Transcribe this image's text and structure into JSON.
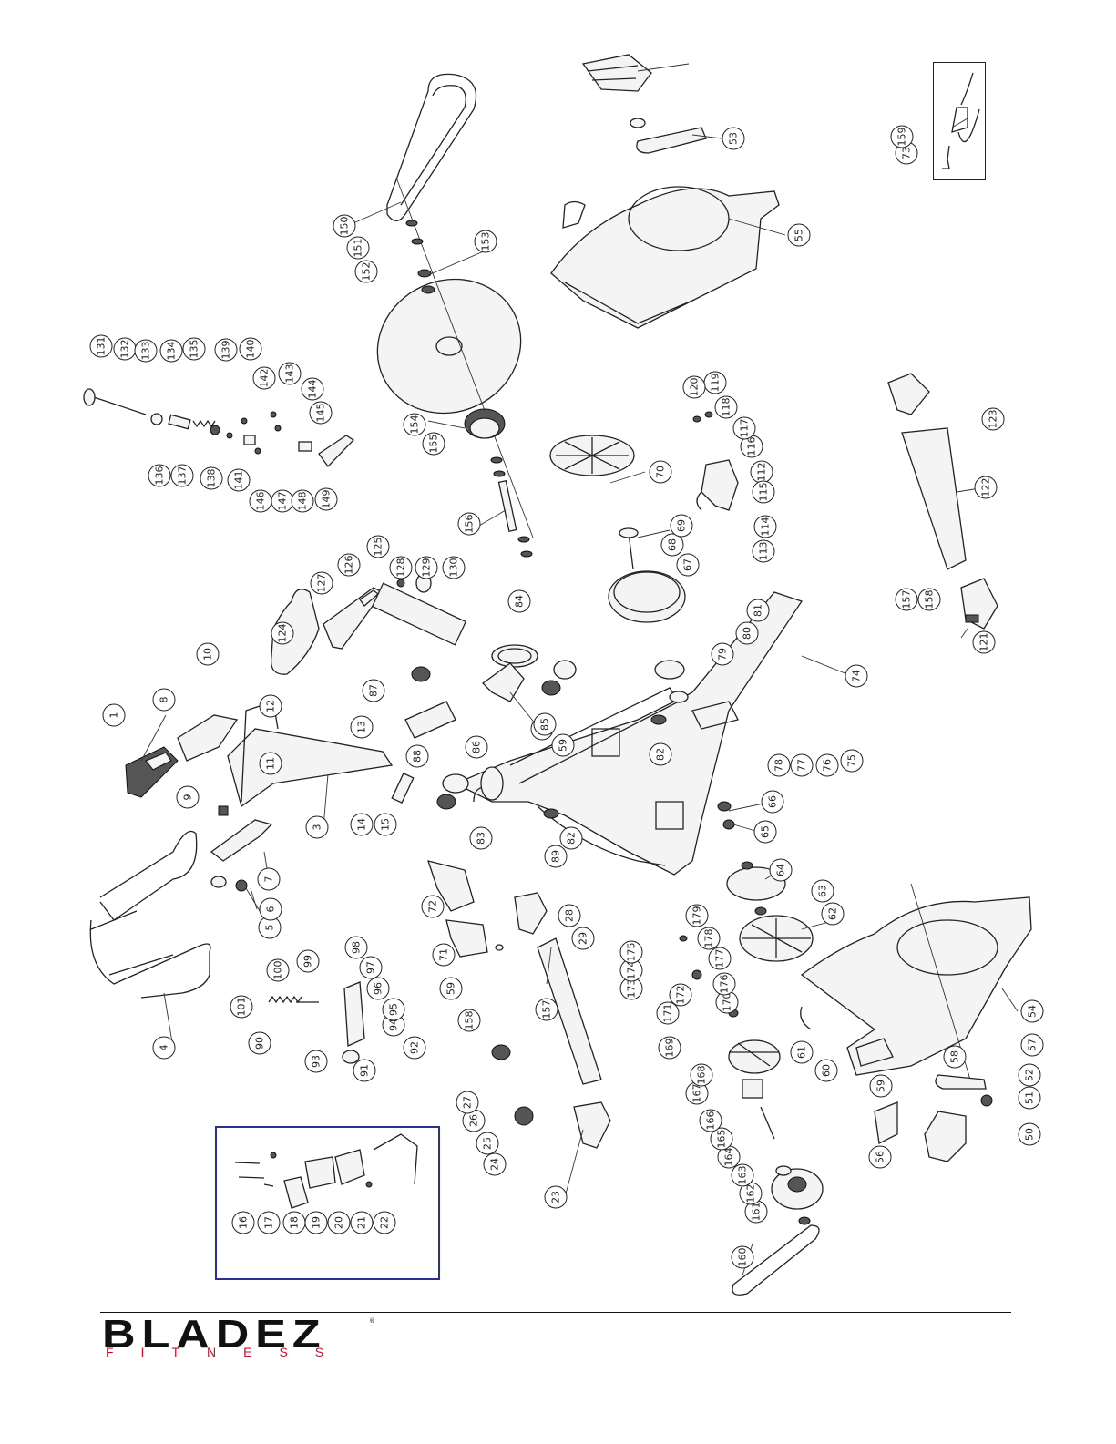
{
  "brand": {
    "name": "BLADEZ",
    "sub": "FITNESS",
    "mark": "®",
    "logo_colors": {
      "name": "#111111",
      "sub": "#c8102e"
    }
  },
  "callouts": [
    "1",
    "3",
    "4",
    "5",
    "6",
    "7",
    "8",
    "9",
    "10",
    "11",
    "12",
    "13",
    "14",
    "15",
    "16",
    "17",
    "18",
    "19",
    "20",
    "21",
    "22",
    "23",
    "24",
    "25",
    "26",
    "27",
    "28",
    "29",
    "50",
    "51",
    "52",
    "53",
    "54",
    "55",
    "56",
    "57",
    "58",
    "59",
    "59",
    "59",
    "60",
    "61",
    "62",
    "63",
    "64",
    "65",
    "66",
    "67",
    "68",
    "69",
    "70",
    "71",
    "72",
    "73",
    "74",
    "75",
    "76",
    "77",
    "78",
    "79",
    "80",
    "81",
    "82",
    "82",
    "83",
    "83",
    "84",
    "85",
    "86",
    "87",
    "88",
    "89",
    "90",
    "91",
    "92",
    "93",
    "94",
    "95",
    "96",
    "97",
    "98",
    "99",
    "100",
    "101",
    "112",
    "113",
    "114",
    "115",
    "116",
    "117",
    "118",
    "119",
    "120",
    "121",
    "122",
    "123",
    "124",
    "125",
    "126",
    "127",
    "128",
    "129",
    "130",
    "131",
    "132",
    "133",
    "134",
    "135",
    "136",
    "137",
    "138",
    "139",
    "140",
    "141",
    "142",
    "143",
    "144",
    "145",
    "146",
    "147",
    "148",
    "149",
    "150",
    "151",
    "152",
    "153",
    "154",
    "155",
    "156",
    "157",
    "157",
    "158",
    "158",
    "159",
    "160",
    "161",
    "162",
    "163",
    "164",
    "165",
    "166",
    "167",
    "168",
    "169",
    "170",
    "171",
    "172",
    "173",
    "174",
    "175",
    "176",
    "177",
    "178",
    "179"
  ],
  "colors": {
    "inset_border": "#2b2f8f",
    "link_underline": "#2b2fbf"
  }
}
